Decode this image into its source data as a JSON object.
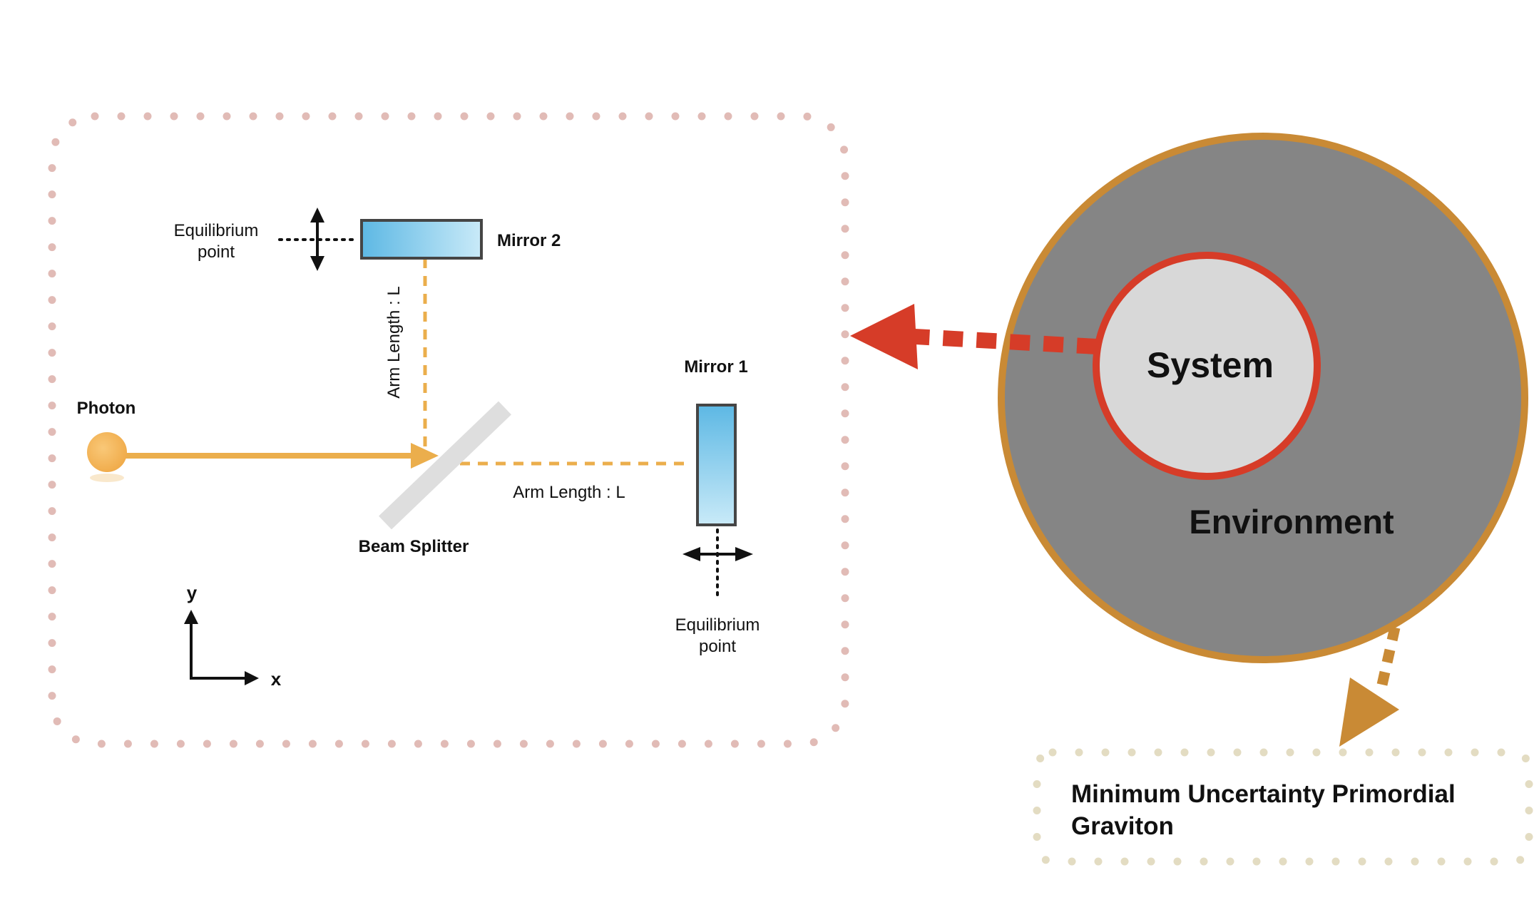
{
  "labels": {
    "equilibrium_top_line1": "Equilibrium",
    "equilibrium_top_line2": "point",
    "mirror2": "Mirror 2",
    "arm_length_vertical": "Arm Length : L",
    "photon": "Photon",
    "mirror1": "Mirror 1",
    "arm_length_horizontal": "Arm Length : L",
    "beam_splitter": "Beam Splitter",
    "equilibrium_right_line1": "Equilibrium",
    "equilibrium_right_line2": "point",
    "axis_y": "y",
    "axis_x": "x",
    "system": "System",
    "environment": "Environment",
    "graviton_line1": "Minimum Uncertainty Primordial",
    "graviton_line2": "Graviton"
  },
  "colors": {
    "beam": "#EBAE4C",
    "photon": "#F4B455",
    "mirror_gradient_start": "#5DB8E4",
    "mirror_gradient_end": "#C9EAF8",
    "beam_splitter": "#DEDEDE",
    "environment_fill": "#858585",
    "environment_border": "#C98A35",
    "system_fill": "#D8D8D8",
    "system_border": "#D63C28",
    "red_arrow": "#D63C28",
    "brown_arrow": "#C98A35",
    "interferometer_box_dots": "#E1BBB6",
    "graviton_box_dots": "#E3DCC2"
  }
}
